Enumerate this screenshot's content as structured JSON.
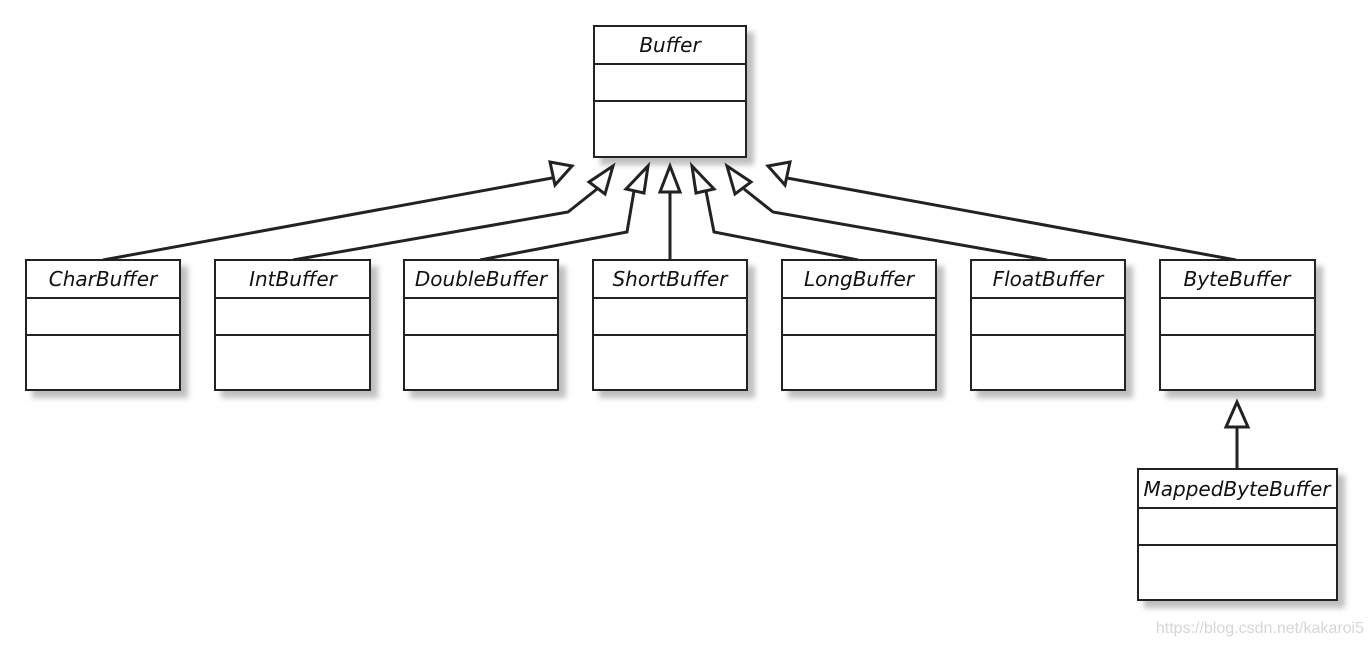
{
  "diagram": {
    "root": {
      "name": "Buffer"
    },
    "subclasses": [
      {
        "name": "CharBuffer"
      },
      {
        "name": "IntBuffer"
      },
      {
        "name": "DoubleBuffer"
      },
      {
        "name": "ShortBuffer"
      },
      {
        "name": "LongBuffer"
      },
      {
        "name": "FloatBuffer"
      },
      {
        "name": "ByteBuffer"
      }
    ],
    "grandchild": {
      "name": "MappedByteBuffer",
      "parent": "ByteBuffer"
    },
    "relation": "inheritance"
  },
  "watermark": "https://blog.csdn.net/kakaroi5"
}
